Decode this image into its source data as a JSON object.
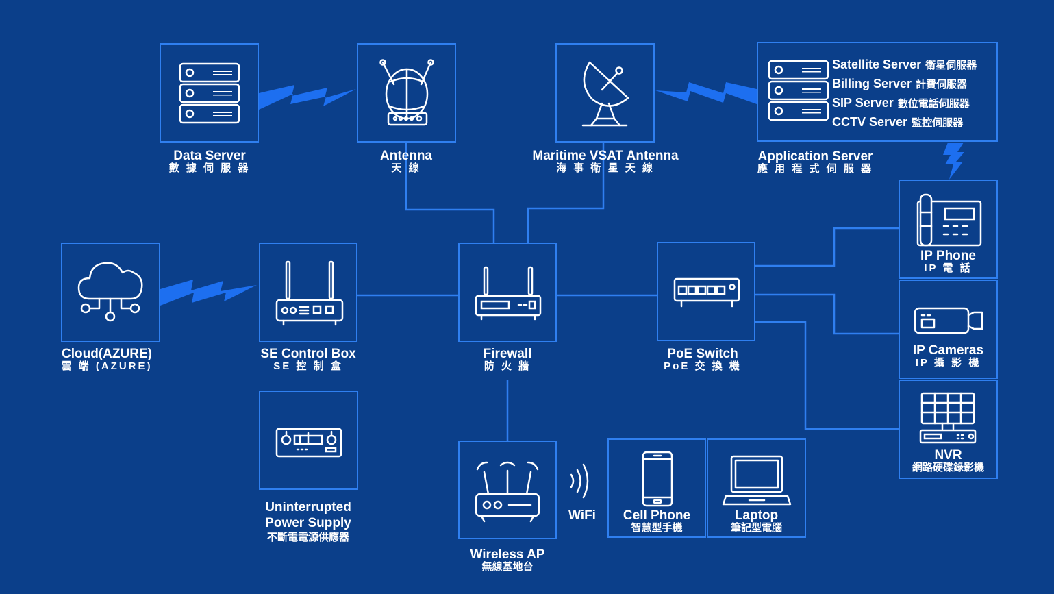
{
  "theme": {
    "background": "#0b3f8a",
    "box_border": "#2f7ff0",
    "line": "#2f7ff0",
    "bolt": "#1d6ff0",
    "icon": "#ffffff"
  },
  "nodes": {
    "data_server": {
      "en": "Data Server",
      "zh": "數 據 伺 服 器",
      "icon": "server-rack-icon"
    },
    "antenna": {
      "en": "Antenna",
      "zh": "天 線",
      "icon": "antenna-icon"
    },
    "vsat": {
      "en": "Maritime VSAT Antenna",
      "zh": "海 事 衛 星 天 線",
      "icon": "satellite-dish-icon"
    },
    "app_server": {
      "en": "Application Server",
      "zh": "應 用 程 式 伺 服 器",
      "icon": "server-rack-icon",
      "services": [
        {
          "en": "Satellite Server",
          "zh": "衛星伺服器"
        },
        {
          "en": "Billing Server",
          "zh": "計費伺服器"
        },
        {
          "en": "SIP Server",
          "zh": "數位電話伺服器"
        },
        {
          "en": "CCTV Server",
          "zh": "監控伺服器"
        }
      ]
    },
    "cloud": {
      "en": "Cloud(AZURE)",
      "zh": "雲 端 (AZURE)",
      "icon": "cloud-network-icon"
    },
    "se_box": {
      "en": "SE Control Box",
      "zh": "SE 控 制 盒",
      "icon": "router-icon"
    },
    "firewall": {
      "en": "Firewall",
      "zh": "防 火 牆",
      "icon": "firewall-router-icon"
    },
    "poe_switch": {
      "en": "PoE Switch",
      "zh": "PoE 交 換 機",
      "icon": "switch-icon"
    },
    "ip_phone": {
      "en": "IP Phone",
      "zh": "IP 電 話",
      "icon": "ip-phone-icon"
    },
    "ip_cameras": {
      "en": "IP Cameras",
      "zh": "IP 攝 影 機",
      "icon": "camera-icon"
    },
    "nvr": {
      "en": "NVR",
      "zh": "網路硬碟錄影機",
      "icon": "nvr-icon"
    },
    "ups": {
      "en1": "Uninterrupted",
      "en2": "Power Supply",
      "zh": "不斷電電源供應器",
      "icon": "ups-icon"
    },
    "wireless_ap": {
      "en": "Wireless AP",
      "zh": "無線基地台",
      "icon": "wireless-router-icon"
    },
    "cell_phone": {
      "en": "Cell Phone",
      "zh": "智慧型手機",
      "icon": "smartphone-icon"
    },
    "laptop": {
      "en": "Laptop",
      "zh": "筆記型電腦",
      "icon": "laptop-icon"
    }
  },
  "wifi_label": "WiFi"
}
